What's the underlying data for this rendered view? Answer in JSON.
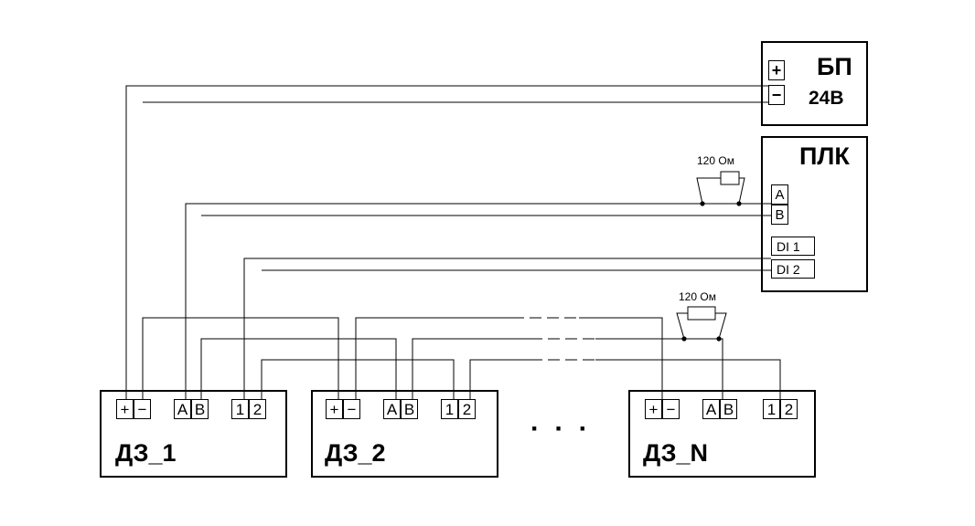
{
  "power_supply": {
    "name": "БП",
    "voltage": "24В",
    "terminals": {
      "plus": "+",
      "minus": "−"
    }
  },
  "plc": {
    "name": "ПЛК",
    "terminals": {
      "a": "A",
      "b": "B",
      "di1": "DI 1",
      "di2": "DI 2"
    }
  },
  "resistors": [
    {
      "label": "120 Ом"
    },
    {
      "label": "120 Ом"
    }
  ],
  "devices": [
    {
      "name": "ДЗ_1",
      "terminals": [
        "+",
        "−",
        "A",
        "B",
        "1",
        "2"
      ]
    },
    {
      "name": "ДЗ_2",
      "terminals": [
        "+",
        "−",
        "A",
        "B",
        "1",
        "2"
      ]
    },
    {
      "name": "ДЗ_N",
      "terminals": [
        "+",
        "−",
        "A",
        "B",
        "1",
        "2"
      ]
    }
  ],
  "ellipsis": "· · ·"
}
